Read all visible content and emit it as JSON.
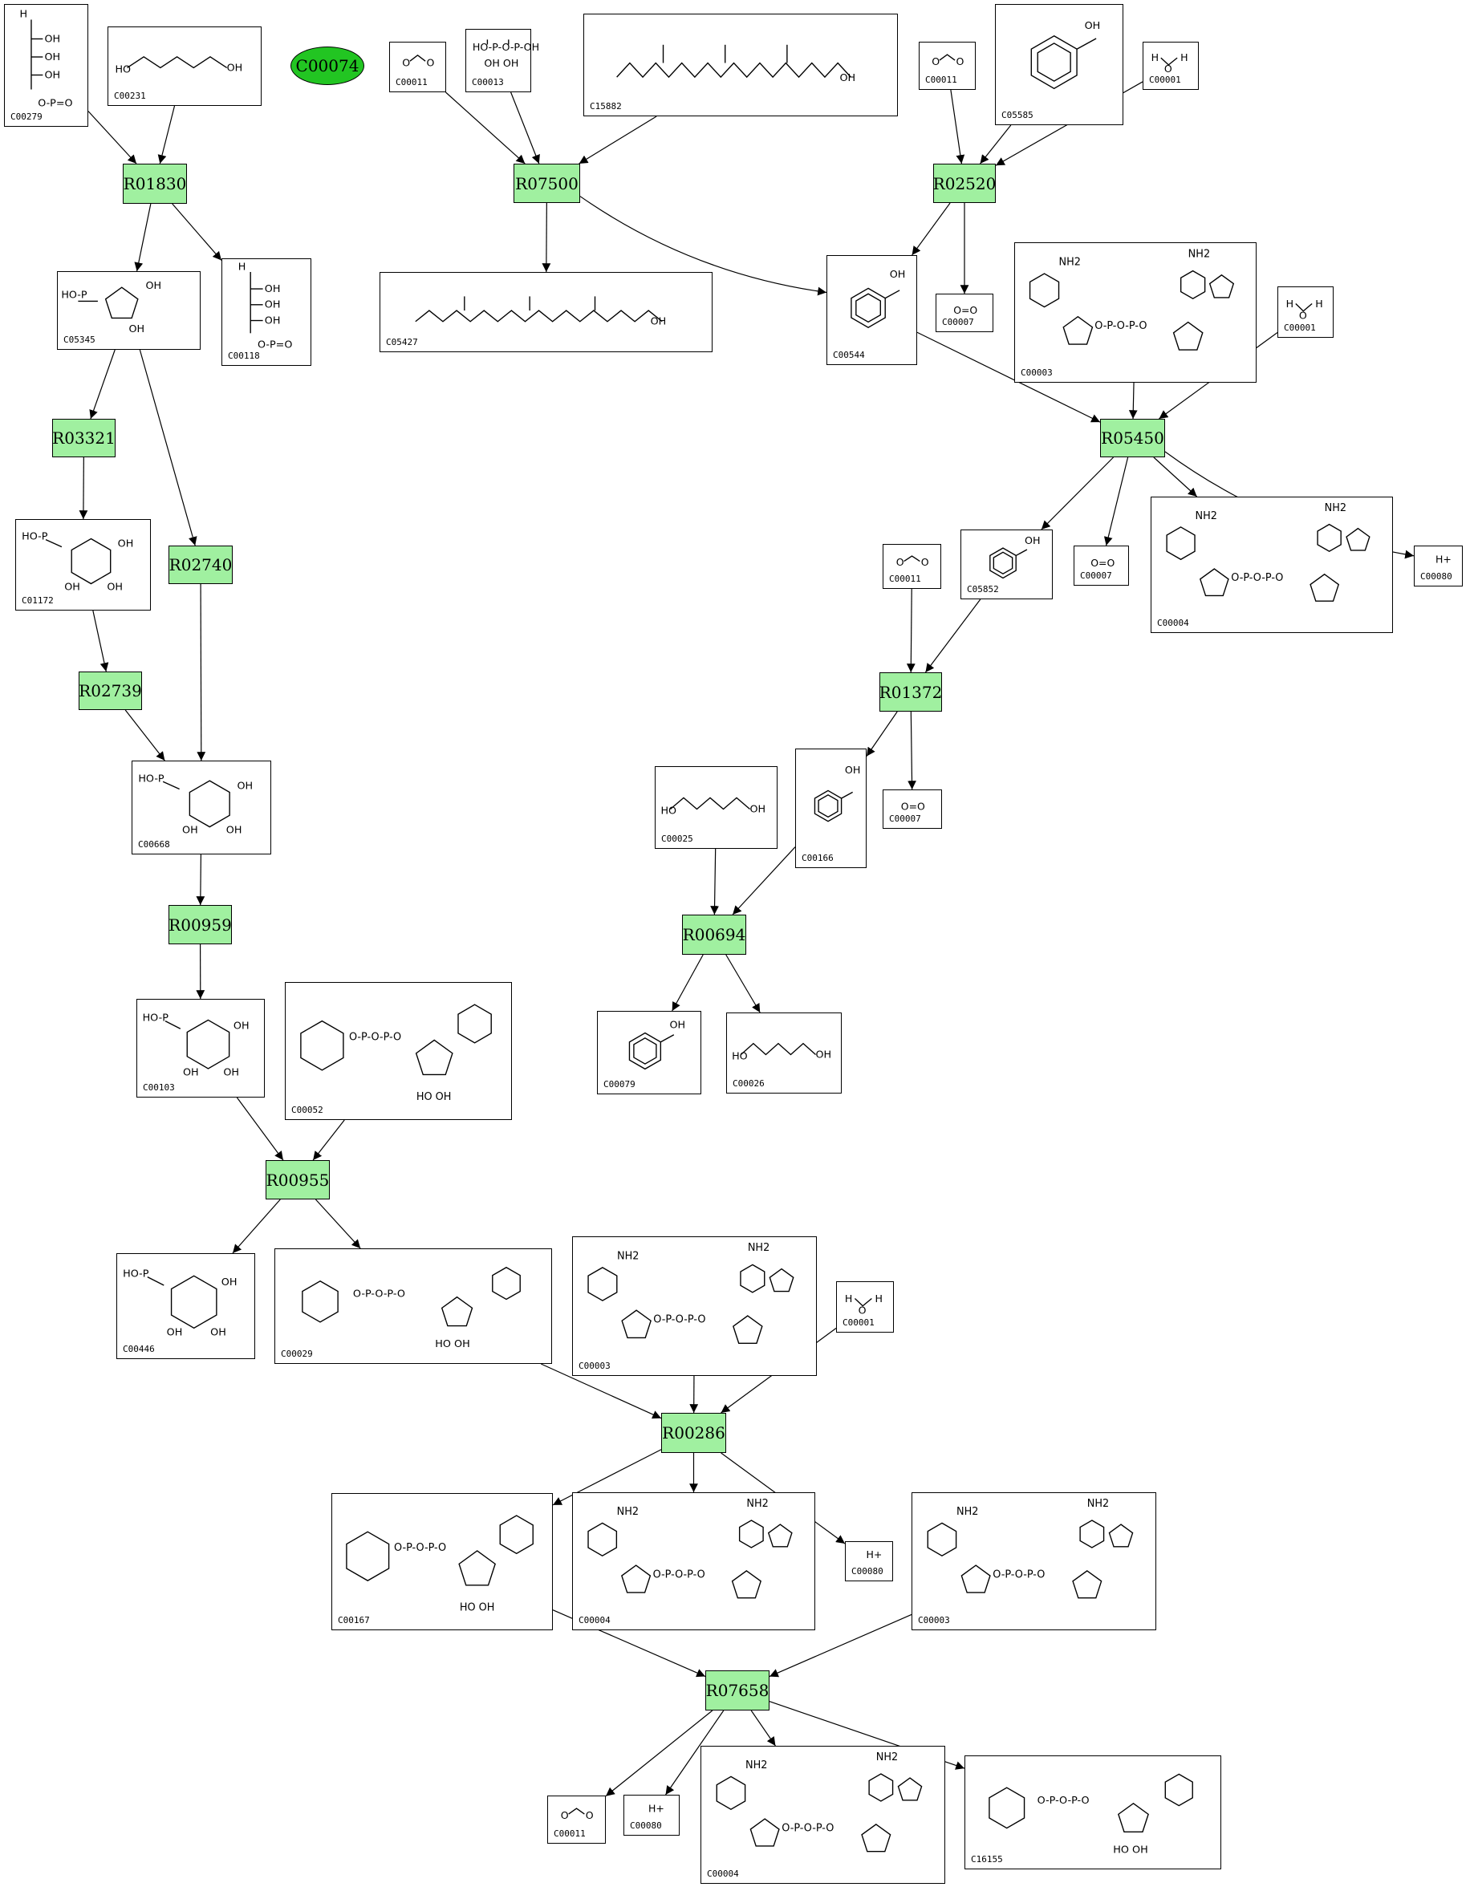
{
  "highlight_color": "#22c522",
  "reaction_color": "#a0f0a0",
  "orphan": {
    "id": "C00074"
  },
  "compounds": [
    {
      "key": "c00279",
      "id": "C00279",
      "kind": "sugarP"
    },
    {
      "key": "c00231",
      "id": "C00231",
      "kind": "chain"
    },
    {
      "key": "c00011a",
      "id": "C00011",
      "kind": "co2"
    },
    {
      "key": "c00013",
      "id": "C00013",
      "kind": "ppi"
    },
    {
      "key": "c15882",
      "id": "C15882",
      "kind": "long"
    },
    {
      "key": "c00011b",
      "id": "C00011",
      "kind": "co2"
    },
    {
      "key": "c05585",
      "id": "C05585",
      "kind": "ring"
    },
    {
      "key": "c00001a",
      "id": "C00001",
      "kind": "water"
    },
    {
      "key": "c05345",
      "id": "C05345",
      "kind": "furanose"
    },
    {
      "key": "c00118",
      "id": "C00118",
      "kind": "sugarP"
    },
    {
      "key": "c05427",
      "id": "C05427",
      "kind": "long"
    },
    {
      "key": "c00544",
      "id": "C00544",
      "kind": "ring"
    },
    {
      "key": "c00007a",
      "id": "C00007",
      "kind": "o2"
    },
    {
      "key": "c00003a",
      "id": "C00003",
      "kind": "nad"
    },
    {
      "key": "c00001b",
      "id": "C00001",
      "kind": "water"
    },
    {
      "key": "c01172",
      "id": "C01172",
      "kind": "pyranose"
    },
    {
      "key": "c00011c",
      "id": "C00011",
      "kind": "co2"
    },
    {
      "key": "c05852",
      "id": "C05852",
      "kind": "ring"
    },
    {
      "key": "c00007b",
      "id": "C00007",
      "kind": "o2"
    },
    {
      "key": "c00004a",
      "id": "C00004",
      "kind": "nad"
    },
    {
      "key": "c00080a",
      "id": "C00080",
      "kind": "h"
    },
    {
      "key": "c00668",
      "id": "C00668",
      "kind": "pyranose"
    },
    {
      "key": "c00025",
      "id": "C00025",
      "kind": "chain"
    },
    {
      "key": "c00166",
      "id": "C00166",
      "kind": "ring"
    },
    {
      "key": "c00007c",
      "id": "C00007",
      "kind": "o2"
    },
    {
      "key": "c00103",
      "id": "C00103",
      "kind": "pyranose"
    },
    {
      "key": "c00052",
      "id": "C00052",
      "kind": "nucleotide"
    },
    {
      "key": "c00079",
      "id": "C00079",
      "kind": "ring"
    },
    {
      "key": "c00026",
      "id": "C00026",
      "kind": "chain"
    },
    {
      "key": "c00446",
      "id": "C00446",
      "kind": "pyranose"
    },
    {
      "key": "c00029",
      "id": "C00029",
      "kind": "nucleotide"
    },
    {
      "key": "c00003b",
      "id": "C00003",
      "kind": "nad"
    },
    {
      "key": "c00001c",
      "id": "C00001",
      "kind": "water"
    },
    {
      "key": "c00167",
      "id": "C00167",
      "kind": "nucleotide"
    },
    {
      "key": "c00004b",
      "id": "C00004",
      "kind": "nad"
    },
    {
      "key": "c00080b",
      "id": "C00080",
      "kind": "h"
    },
    {
      "key": "c00003c",
      "id": "C00003",
      "kind": "nad"
    },
    {
      "key": "c00011d",
      "id": "C00011",
      "kind": "co2"
    },
    {
      "key": "c00080c",
      "id": "C00080",
      "kind": "h"
    },
    {
      "key": "c00004c",
      "id": "C00004",
      "kind": "nad"
    },
    {
      "key": "c16155",
      "id": "C16155",
      "kind": "nucleotide"
    }
  ],
  "reactions": [
    {
      "key": "r01830",
      "id": "R01830"
    },
    {
      "key": "r07500",
      "id": "R07500"
    },
    {
      "key": "r02520",
      "id": "R02520"
    },
    {
      "key": "r03321",
      "id": "R03321"
    },
    {
      "key": "r05450",
      "id": "R05450"
    },
    {
      "key": "r02740",
      "id": "R02740"
    },
    {
      "key": "r01372",
      "id": "R01372"
    },
    {
      "key": "r02739",
      "id": "R02739"
    },
    {
      "key": "r00694",
      "id": "R00694"
    },
    {
      "key": "r00959",
      "id": "R00959"
    },
    {
      "key": "r00955",
      "id": "R00955"
    },
    {
      "key": "r00286",
      "id": "R00286"
    },
    {
      "key": "r07658",
      "id": "R07658"
    }
  ],
  "edges": [
    [
      "c00279",
      "r01830"
    ],
    [
      "c00231",
      "r01830"
    ],
    [
      "r01830",
      "c05345"
    ],
    [
      "r01830",
      "c00118"
    ],
    [
      "c00011a",
      "r07500"
    ],
    [
      "c00013",
      "r07500"
    ],
    [
      "c15882",
      "r07500"
    ],
    [
      "r07500",
      "c05427"
    ],
    [
      "r07500",
      "c00544"
    ],
    [
      "c00011b",
      "r02520"
    ],
    [
      "c05585",
      "r02520"
    ],
    [
      "c00001a",
      "r02520"
    ],
    [
      "r02520",
      "c00544"
    ],
    [
      "r02520",
      "c00007a"
    ],
    [
      "c05345",
      "r03321"
    ],
    [
      "r03321",
      "c01172"
    ],
    [
      "c05345",
      "r02740"
    ],
    [
      "r02740",
      "c00668"
    ],
    [
      "c01172",
      "r02739"
    ],
    [
      "r02739",
      "c00668"
    ],
    [
      "c00544",
      "r05450"
    ],
    [
      "c00003a",
      "r05450"
    ],
    [
      "c00001b",
      "r05450"
    ],
    [
      "r05450",
      "c05852"
    ],
    [
      "r05450",
      "c00007b"
    ],
    [
      "r05450",
      "c00004a"
    ],
    [
      "r05450",
      "c00080a"
    ],
    [
      "c00011c",
      "r01372"
    ],
    [
      "c05852",
      "r01372"
    ],
    [
      "r01372",
      "c00166"
    ],
    [
      "r01372",
      "c00007c"
    ],
    [
      "c00025",
      "r00694"
    ],
    [
      "c00166",
      "r00694"
    ],
    [
      "r00694",
      "c00079"
    ],
    [
      "r00694",
      "c00026"
    ],
    [
      "c00668",
      "r00959"
    ],
    [
      "r00959",
      "c00103"
    ],
    [
      "c00103",
      "r00955"
    ],
    [
      "c00052",
      "r00955"
    ],
    [
      "r00955",
      "c00446"
    ],
    [
      "r00955",
      "c00029"
    ],
    [
      "c00029",
      "r00286"
    ],
    [
      "c00003b",
      "r00286"
    ],
    [
      "c00001c",
      "r00286"
    ],
    [
      "r00286",
      "c00167"
    ],
    [
      "r00286",
      "c00004b"
    ],
    [
      "r00286",
      "c00080b"
    ],
    [
      "c00167",
      "r07658"
    ],
    [
      "c00003c",
      "r07658"
    ],
    [
      "r07658",
      "c00011d"
    ],
    [
      "r07658",
      "c00080c"
    ],
    [
      "r07658",
      "c00004c"
    ],
    [
      "r07658",
      "c16155"
    ]
  ]
}
